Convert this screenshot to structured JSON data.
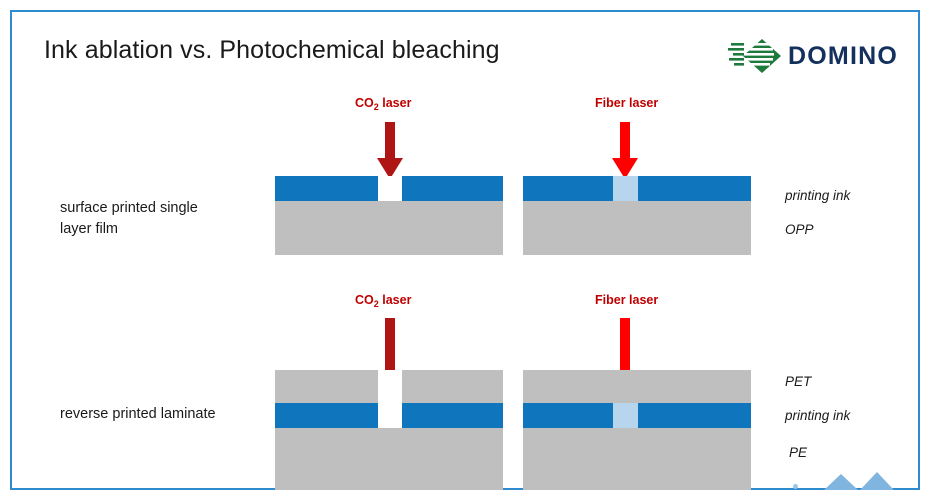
{
  "slide": {
    "title": "Ink ablation vs. Photochemical bleaching",
    "border_color": "#2E8BD0",
    "background": "#ffffff"
  },
  "logo": {
    "name": "domino-logo",
    "wordmark": "DOMINO",
    "mark_color": "#1E7A3C",
    "word_color": "#13315C"
  },
  "colors": {
    "ink_blue": "#0F75BD",
    "bleached_blue": "#B7D6EE",
    "substrate_gray": "#BFBFBF",
    "co2_arrow_red": "#B01515",
    "fiber_arrow_red": "#FF0000",
    "caption_red": "#C00000",
    "decoration_blue": "#7FB5DF"
  },
  "rows": [
    {
      "id": "surface-printed-single-layer-film",
      "label": "surface printed single\nlayer film",
      "label_line1": "surface printed single",
      "label_line2": "layer film",
      "side_labels": [
        "printing ink",
        "OPP"
      ],
      "diagrams": [
        {
          "id": "co2-surface",
          "laser_caption": "CO2 laser",
          "laser_caption_prefix": "CO",
          "laser_caption_sub": "2",
          "laser_caption_suffix": " laser",
          "arrow_color": "#B01515",
          "effect": "ablation-gap-white",
          "layers": [
            "printing ink",
            "OPP"
          ]
        },
        {
          "id": "fiber-surface",
          "laser_caption": "Fiber laser",
          "arrow_color": "#FF0000",
          "effect": "bleached-light-blue",
          "layers": [
            "printing ink",
            "OPP"
          ]
        }
      ]
    },
    {
      "id": "reverse-printed-laminate",
      "label": "reverse printed laminate",
      "label_line1": "reverse printed laminate",
      "label_line2": "",
      "side_labels": [
        "PET",
        "printing ink",
        "PE"
      ],
      "diagrams": [
        {
          "id": "co2-laminate",
          "laser_caption": "CO2 laser",
          "laser_caption_prefix": "CO",
          "laser_caption_sub": "2",
          "laser_caption_suffix": " laser",
          "arrow_color": "#B01515",
          "effect": "ablation-gap-white-through-pet",
          "layers": [
            "PET",
            "printing ink",
            "PE"
          ]
        },
        {
          "id": "fiber-laminate",
          "laser_caption": "Fiber laser",
          "arrow_color": "#FF0000",
          "effect": "bleached-light-blue-pet-intact",
          "layers": [
            "PET",
            "printing ink",
            "PE"
          ]
        }
      ]
    }
  ]
}
